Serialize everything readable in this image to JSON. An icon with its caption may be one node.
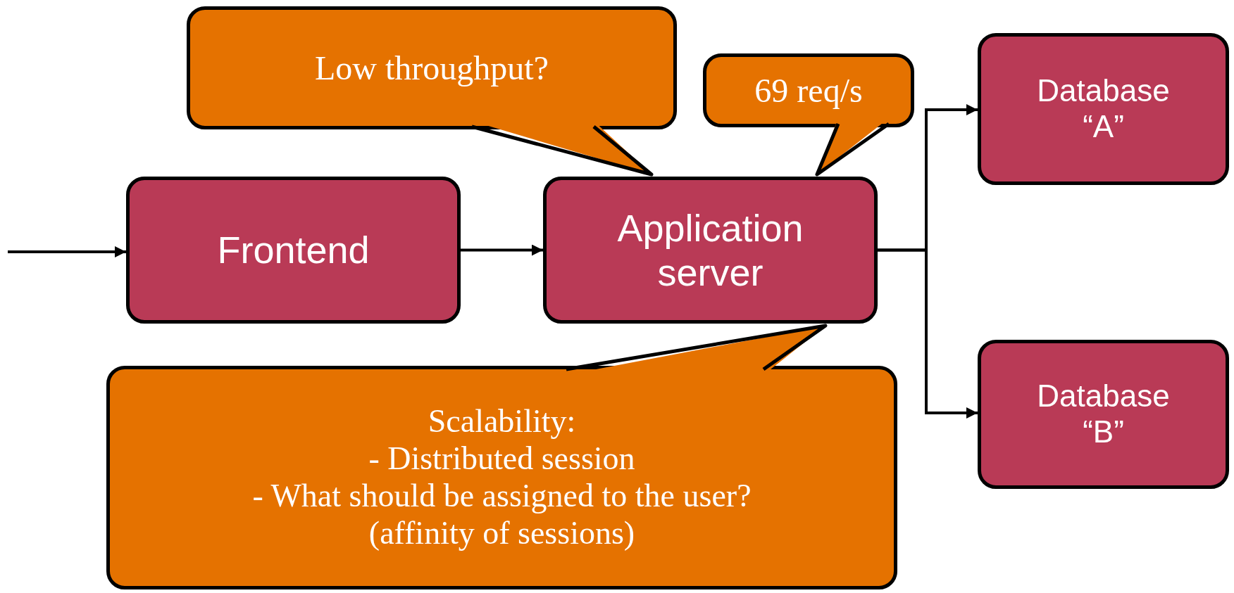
{
  "diagram": {
    "nodes": [
      {
        "text": [
          "Low throughput?"
        ]
      },
      {
        "text": [
          "69 req/s"
        ]
      },
      {
        "text": [
          "Database “A”"
        ]
      },
      {
        "text": [
          "Frontend"
        ]
      },
      {
        "text": [
          "Application server"
        ]
      },
      {
        "text": [
          "Database “B”"
        ]
      },
      {
        "text": [
          "Scalability:",
          "- Distributed session",
          "- What should be assigned to the user?",
          "(affinity of sessions)"
        ]
      }
    ],
    "edges": [
      {
        "from": null,
        "to": 3,
        "arrow": "to"
      },
      {
        "from": 3,
        "to": 4,
        "arrow": "to"
      },
      {
        "from": 4,
        "to": 2,
        "arrow": "to"
      },
      {
        "from": 4,
        "to": 5,
        "arrow": "to"
      }
    ]
  }
}
